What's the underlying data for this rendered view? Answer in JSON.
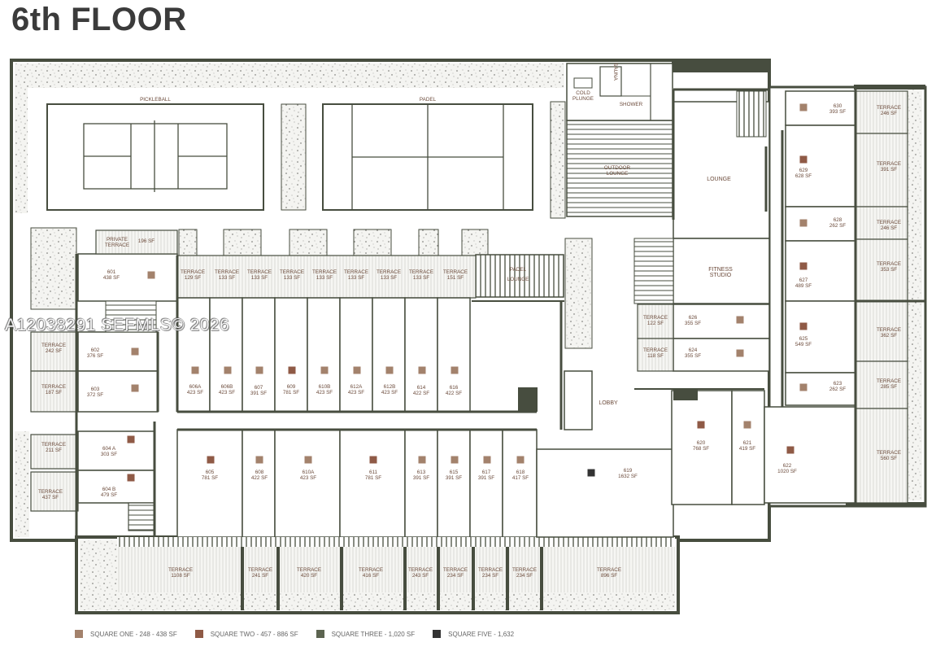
{
  "title": "6th FLOOR",
  "watermark": "A12038291 SEFMLS© 2026",
  "colors": {
    "wall": "#474d3f",
    "floor": "#ffffff",
    "terrace_fill": "#f3f3ef",
    "square_one": "#a3826c",
    "square_two": "#8f5a46",
    "square_three": "#5c6450",
    "square_five": "#333333",
    "label": "#6b4a3a"
  },
  "legend": [
    {
      "label": "SQUARE ONE - 248 - 438 SF",
      "color": "#a3826c"
    },
    {
      "label": "SQUARE TWO - 457 - 886 SF",
      "color": "#8f5a46"
    },
    {
      "label": "SQUARE THREE - 1,020 SF",
      "color": "#5c6450"
    },
    {
      "label": "SQUARE FIVE - 1,632",
      "color": "#333333"
    }
  ],
  "amenities": {
    "pickleball": "PICKLEBALL",
    "padel": "PADEL",
    "cold_plunge_1": "COLD",
    "cold_plunge_2": "PLUNGE",
    "sauna": "SAUNA",
    "shower": "SHOWER",
    "outdoor_lounge_1": "OUTDOOR",
    "outdoor_lounge_2": "LOUNGE",
    "lounge": "LOUNGE",
    "fitness_1": "FITNESS",
    "fitness_2": "STUDIO",
    "lobby": "LOBBY",
    "padel_lounge_1": "PADEL",
    "padel_lounge_2": "LOUNGE",
    "private_terrace_1": "PRIVATE",
    "private_terrace_2": "TERRACE",
    "private_terrace_sf": "196 SF"
  },
  "units": [
    {
      "name": "601",
      "sf": "438 SF",
      "tier": "square_one"
    },
    {
      "name": "602",
      "sf": "376 SF",
      "tier": "square_one"
    },
    {
      "name": "603",
      "sf": "372 SF",
      "tier": "square_one"
    },
    {
      "name": "604 A",
      "sf": "303 SF",
      "tier": "square_two"
    },
    {
      "name": "604 B",
      "sf": "479 SF",
      "tier": "square_two"
    },
    {
      "name": "605",
      "sf": "781 SF",
      "tier": "square_two"
    },
    {
      "name": "606A",
      "sf": "423 SF",
      "tier": "square_one"
    },
    {
      "name": "606B",
      "sf": "423 SF",
      "tier": "square_one"
    },
    {
      "name": "607",
      "sf": "391 SF",
      "tier": "square_one"
    },
    {
      "name": "608",
      "sf": "422 SF",
      "tier": "square_one"
    },
    {
      "name": "609",
      "sf": "781 SF",
      "tier": "square_two"
    },
    {
      "name": "610A",
      "sf": "423 SF",
      "tier": "square_one"
    },
    {
      "name": "610B",
      "sf": "423 SF",
      "tier": "square_one"
    },
    {
      "name": "611",
      "sf": "781 SF",
      "tier": "square_two"
    },
    {
      "name": "612A",
      "sf": "423 SF",
      "tier": "square_one"
    },
    {
      "name": "612B",
      "sf": "423 SF",
      "tier": "square_one"
    },
    {
      "name": "613",
      "sf": "391 SF",
      "tier": "square_one"
    },
    {
      "name": "614",
      "sf": "422 SF",
      "tier": "square_one"
    },
    {
      "name": "615",
      "sf": "391 SF",
      "tier": "square_one"
    },
    {
      "name": "616",
      "sf": "422 SF",
      "tier": "square_one"
    },
    {
      "name": "617",
      "sf": "391 SF",
      "tier": "square_one"
    },
    {
      "name": "618",
      "sf": "417 SF",
      "tier": "square_one"
    },
    {
      "name": "619",
      "sf": "1632 SF",
      "tier": "square_five"
    },
    {
      "name": "620",
      "sf": "768 SF",
      "tier": "square_two"
    },
    {
      "name": "621",
      "sf": "419 SF",
      "tier": "square_one"
    },
    {
      "name": "622",
      "sf": "1020 SF",
      "tier": "square_two"
    },
    {
      "name": "623",
      "sf": "262 SF",
      "tier": "square_one"
    },
    {
      "name": "624",
      "sf": "355 SF",
      "tier": "square_one"
    },
    {
      "name": "625",
      "sf": "549 SF",
      "tier": "square_two"
    },
    {
      "name": "626",
      "sf": "355 SF",
      "tier": "square_one"
    },
    {
      "name": "627",
      "sf": "489 SF",
      "tier": "square_two"
    },
    {
      "name": "628",
      "sf": "262 SF",
      "tier": "square_one"
    },
    {
      "name": "629",
      "sf": "628 SF",
      "tier": "square_two"
    },
    {
      "name": "630",
      "sf": "393 SF",
      "tier": "square_one"
    }
  ],
  "terraces": [
    {
      "label": "TERRACE",
      "sf": "129 SF"
    },
    {
      "label": "TERRACE",
      "sf": "133 SF"
    },
    {
      "label": "TERRACE",
      "sf": "133 SF"
    },
    {
      "label": "TERRACE",
      "sf": "133 SF"
    },
    {
      "label": "TERRACE",
      "sf": "133 SF"
    },
    {
      "label": "TERRACE",
      "sf": "133 SF"
    },
    {
      "label": "TERRACE",
      "sf": "133 SF"
    },
    {
      "label": "TERRACE",
      "sf": "133 SF"
    },
    {
      "label": "TERRACE",
      "sf": "151 SF"
    },
    {
      "label": "TERRACE",
      "sf": "242 SF"
    },
    {
      "label": "TERRACE",
      "sf": "187 SF"
    },
    {
      "label": "TERRACE",
      "sf": "211 SF"
    },
    {
      "label": "TERRACE",
      "sf": "437 SF"
    },
    {
      "label": "TERRACE",
      "sf": "1108 SF"
    },
    {
      "label": "TERRACE",
      "sf": "241 SF"
    },
    {
      "label": "TERRACE",
      "sf": "420 SF"
    },
    {
      "label": "TERRACE",
      "sf": "416 SF"
    },
    {
      "label": "TERRACE",
      "sf": "243 SF"
    },
    {
      "label": "TERRACE",
      "sf": "234 SF"
    },
    {
      "label": "TERRACE",
      "sf": "234 SF"
    },
    {
      "label": "TERRACE",
      "sf": "234 SF"
    },
    {
      "label": "TERRACE",
      "sf": "896 SF"
    },
    {
      "label": "TERRACE",
      "sf": "122 SF"
    },
    {
      "label": "TERRACE",
      "sf": "118 SF"
    },
    {
      "label": "TERRACE",
      "sf": "246 SF"
    },
    {
      "label": "TERRACE",
      "sf": "391 SF"
    },
    {
      "label": "TERRACE",
      "sf": "246 SF"
    },
    {
      "label": "TERRACE",
      "sf": "353 SF"
    },
    {
      "label": "TERRACE",
      "sf": "362 SF"
    },
    {
      "label": "TERRACE",
      "sf": "285 SF"
    },
    {
      "label": "TERRACE",
      "sf": "560 SF"
    }
  ]
}
